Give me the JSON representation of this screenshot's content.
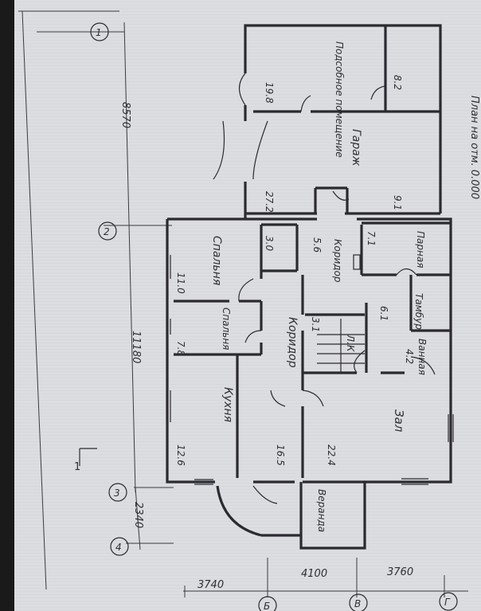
{
  "title": "План на отм. 0.000",
  "overall_dims": {
    "length_upper": "8570",
    "length_lower": "11180",
    "length_end": "2340",
    "width_1": "3740",
    "width_2": "4100",
    "width_3": "3760"
  },
  "axes": {
    "numbers": [
      "1",
      "2",
      "3",
      "4"
    ],
    "letters": [
      "Б",
      "В",
      "Г"
    ]
  },
  "section_marker": "1",
  "rooms": {
    "utility": {
      "name": "Подсобное помещение",
      "area": "19.8"
    },
    "small_top": {
      "area": "8.2"
    },
    "garage": {
      "name": "Гараж",
      "area": "27.2"
    },
    "garage_right": {
      "area": "9.1"
    },
    "bedroom1": {
      "name": "Спальня",
      "area": "11.0"
    },
    "closet": {
      "area": "3.0"
    },
    "corridor_small": {
      "name": "Коридор",
      "area": "5.6"
    },
    "steam": {
      "name": "Парная",
      "area": "7.1"
    },
    "corridor_main": {
      "name": "Коридор",
      "area": "16.5"
    },
    "bedroom2": {
      "name": "Спальня",
      "area": "7.8"
    },
    "stair": {
      "name": "Л.К",
      "area": "3.1"
    },
    "washroom": {
      "name": "Тамбур",
      "area": "6.1"
    },
    "bath": {
      "name": "Ванная",
      "area": "4.2"
    },
    "kitchen": {
      "name": "Кухня",
      "area": "12.6"
    },
    "hall": {
      "name": "Зал",
      "area": "22.4"
    },
    "veranda": {
      "name": "Веранда"
    }
  }
}
